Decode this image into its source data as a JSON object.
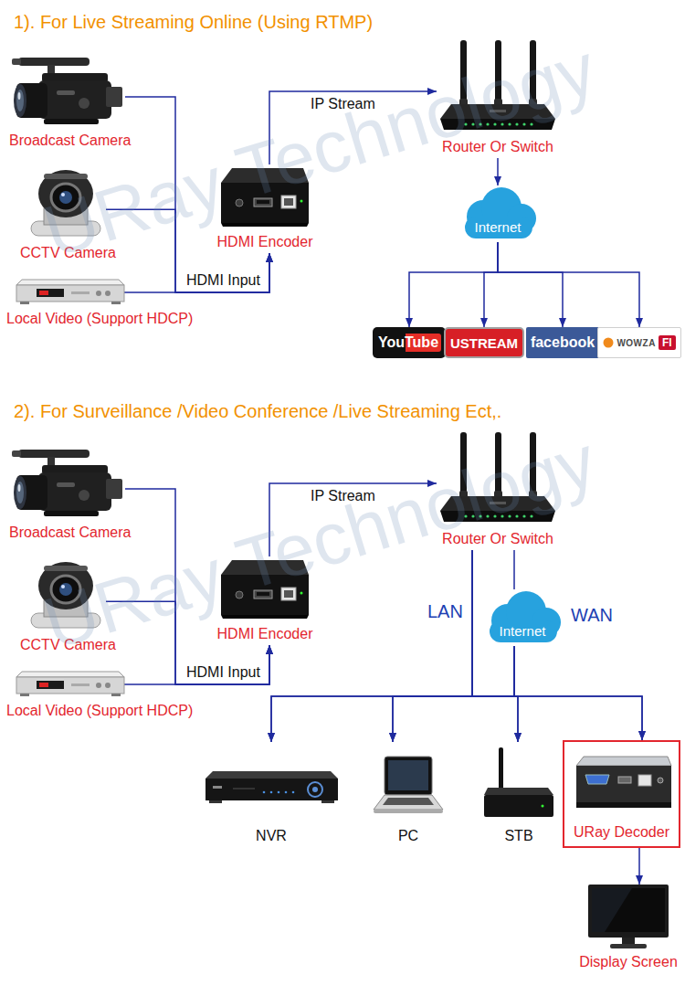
{
  "diagram": {
    "nodes": [
      {
        "text": [
          "Broadcast Camera"
        ]
      },
      {
        "text": [
          "CCTV Camera"
        ]
      },
      {
        "text": [
          "Local Video (Support HDCP)"
        ]
      },
      {
        "text": [
          "HDMI Encoder"
        ]
      },
      {
        "text": [
          "Router Or Switch"
        ]
      },
      {
        "text": [
          "Internet"
        ]
      },
      {
        "text": [
          "YouTube"
        ]
      },
      {
        "text": [
          "USTREAM"
        ]
      },
      {
        "text": [
          "facebook"
        ]
      },
      {
        "text": [
          "WOWZA",
          "Fl"
        ]
      },
      {
        "text": [
          "Broadcast Camera"
        ]
      },
      {
        "text": [
          "CCTV Camera"
        ]
      },
      {
        "text": [
          "Local Video (Support HDCP)"
        ]
      },
      {
        "text": [
          "HDMI Encoder"
        ]
      },
      {
        "text": [
          "Router Or Switch"
        ]
      },
      {
        "text": [
          "Internet"
        ]
      },
      {
        "text": [
          "NVR"
        ]
      },
      {
        "text": [
          "PC"
        ]
      },
      {
        "text": [
          "STB"
        ]
      },
      {
        "text": [
          "URay Decoder"
        ]
      },
      {
        "text": [
          "Display Screen"
        ]
      }
    ],
    "edges": [
      {
        "from": 0,
        "to": 3,
        "arrow": "to"
      },
      {
        "from": 1,
        "to": 3,
        "arrow": "to"
      },
      {
        "from": 2,
        "to": 3,
        "arrow": "to",
        "label": "HDMI Input"
      },
      {
        "from": 3,
        "to": 4,
        "arrow": "to",
        "label": "IP Stream"
      },
      {
        "from": 4,
        "to": 5,
        "arrow": "to"
      },
      {
        "from": 5,
        "to": 6,
        "arrow": "to"
      },
      {
        "from": 5,
        "to": 7,
        "arrow": "to"
      },
      {
        "from": 5,
        "to": 8,
        "arrow": "to"
      },
      {
        "from": 5,
        "to": 9,
        "arrow": "to"
      },
      {
        "from": 10,
        "to": 13,
        "arrow": "to"
      },
      {
        "from": 11,
        "to": 13,
        "arrow": "to"
      },
      {
        "from": 12,
        "to": 13,
        "arrow": "to",
        "label": "HDMI Input"
      },
      {
        "from": 13,
        "to": 14,
        "arrow": "to",
        "label": "IP Stream"
      },
      {
        "from": 14,
        "to": 15,
        "arrow": "none"
      },
      {
        "from": 14,
        "to": 16,
        "arrow": "to"
      },
      {
        "from": 14,
        "to": 17,
        "arrow": "to"
      },
      {
        "from": 14,
        "to": 18,
        "arrow": "to"
      },
      {
        "from": 14,
        "to": 19,
        "arrow": "to"
      },
      {
        "from": 15,
        "to": 16,
        "arrow": "to"
      },
      {
        "from": 15,
        "to": 17,
        "arrow": "to"
      },
      {
        "from": 15,
        "to": 18,
        "arrow": "to"
      },
      {
        "from": 15,
        "to": 19,
        "arrow": "to"
      },
      {
        "from": 19,
        "to": 20,
        "arrow": "to"
      }
    ],
    "labels": [
      "1). For Live Streaming Online (Using RTMP)",
      "2). For Surveillance /Video Conference /Live Streaming Ect,.",
      "URay Technology",
      "URay Technology",
      "LAN",
      "WAN"
    ]
  }
}
